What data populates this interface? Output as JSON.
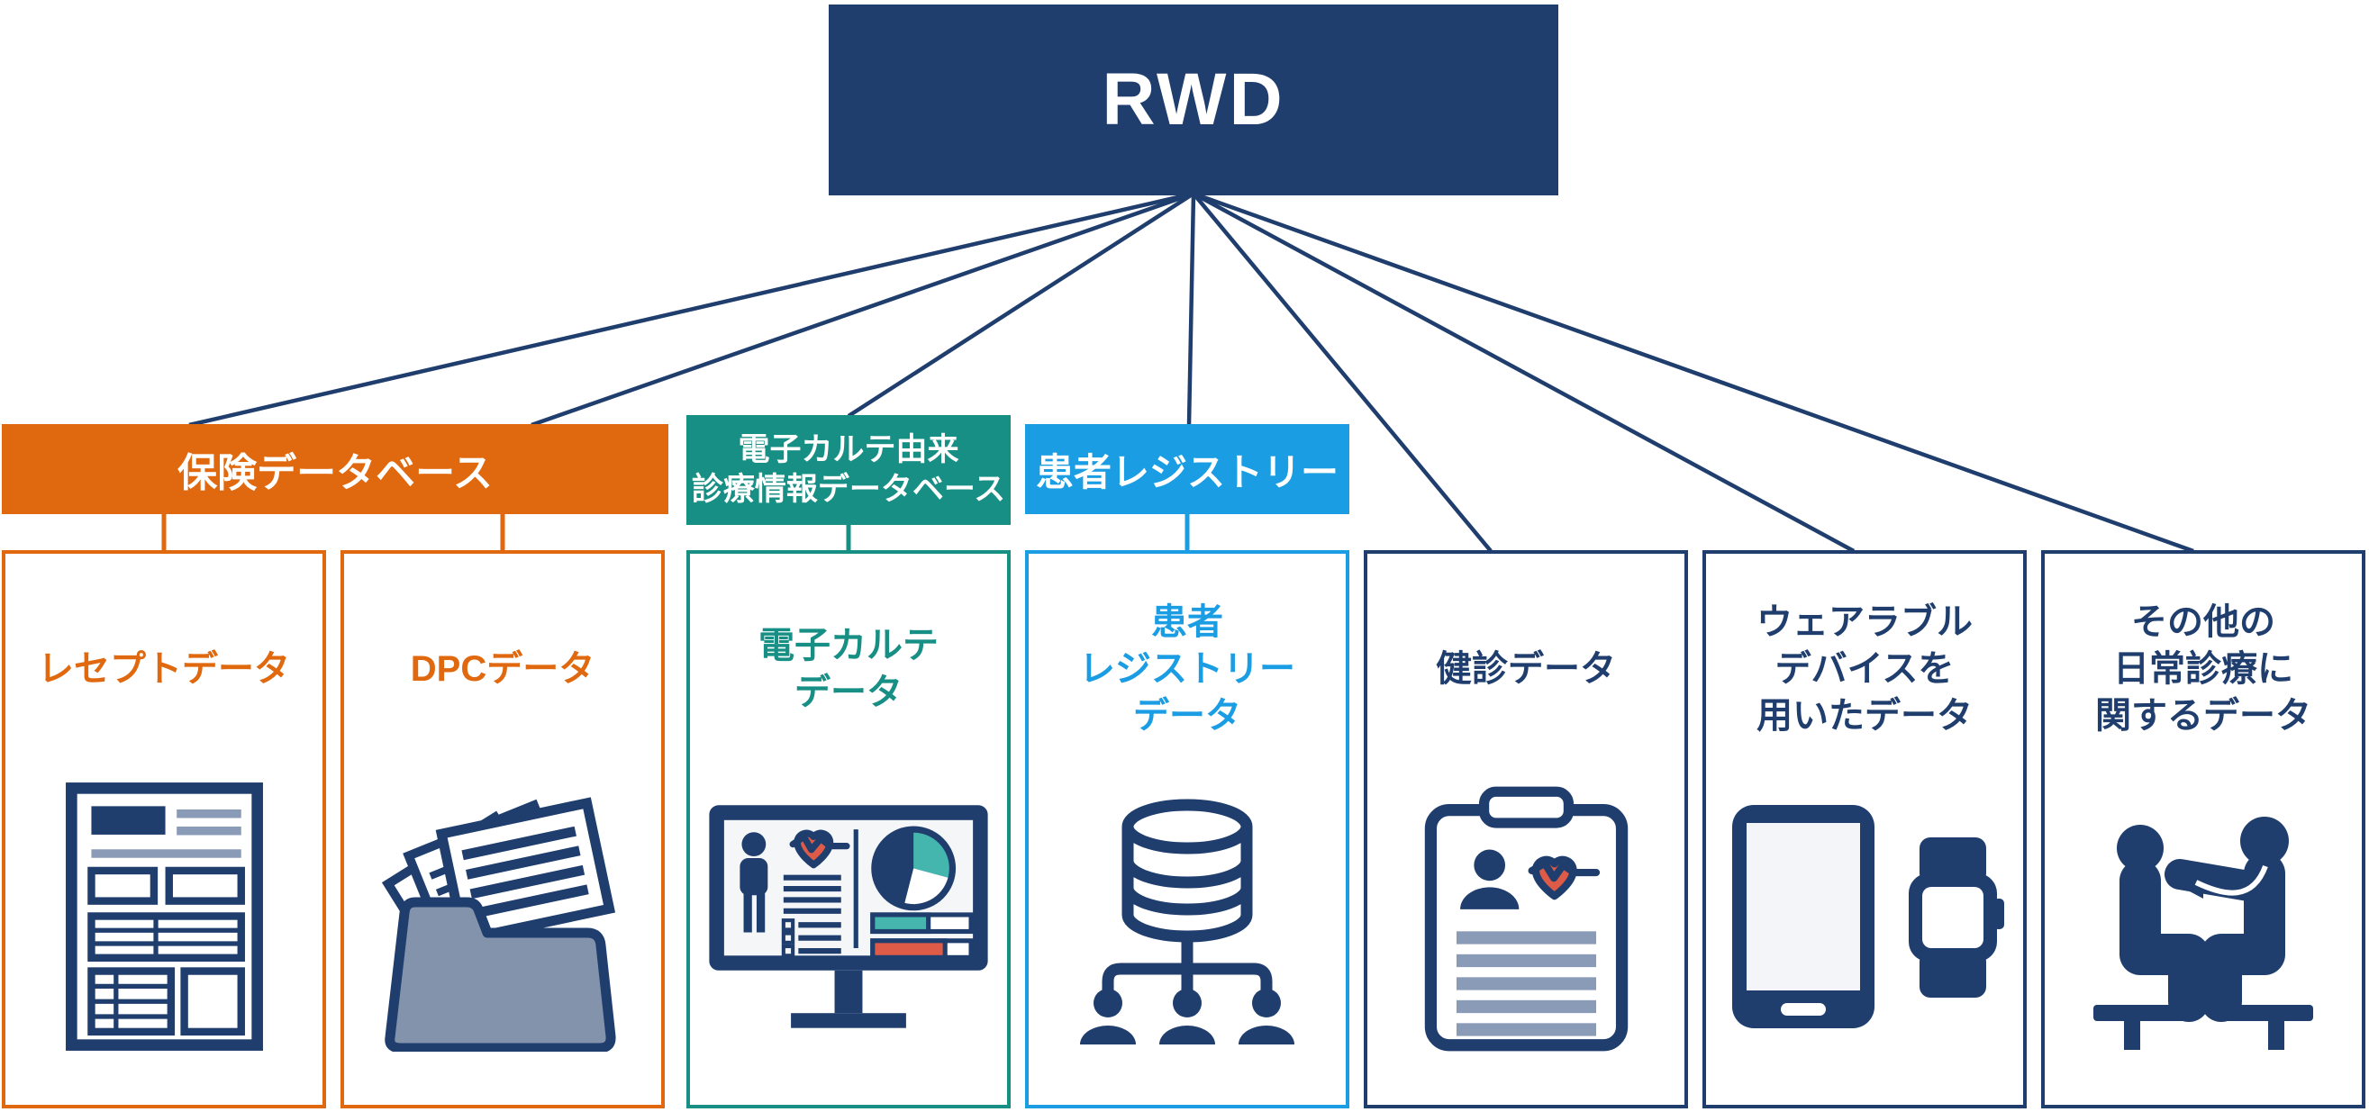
{
  "root": {
    "title": "RWD"
  },
  "groups": [
    {
      "label": "保険データベース",
      "color": "#E0690F"
    },
    {
      "label": "電子カルテ由来\n診療情報データベース",
      "color": "#188F85"
    },
    {
      "label": "患者レジストリー",
      "color": "#1B9DE4"
    }
  ],
  "boxes": [
    {
      "label": "レセプトデータ",
      "icon": "receipt-document-icon",
      "color": "#E0690F"
    },
    {
      "label": "DPCデータ",
      "icon": "folder-documents-icon",
      "color": "#E0690F"
    },
    {
      "label": "電子カルテ\nデータ",
      "icon": "ehr-monitor-icon",
      "color": "#188F85"
    },
    {
      "label": "患者\nレジストリー\nデータ",
      "icon": "database-people-network-icon",
      "color": "#1B9DE4"
    },
    {
      "label": "健診データ",
      "icon": "health-checkup-clipboard-icon",
      "color": "#1F3E6E"
    },
    {
      "label": "ウェアラブル\nデバイスを\n用いたデータ",
      "icon": "wearable-devices-icon",
      "color": "#1F3E6E"
    },
    {
      "label": "その他の\n日常診療に\n関するデータ",
      "icon": "doctor-patient-exam-icon",
      "color": "#1F3E6E"
    }
  ],
  "colors": {
    "navy": "#1F3E6E",
    "orange": "#E0690F",
    "teal": "#188F85",
    "light_blue": "#1B9DE4",
    "gray_blue": "#8A9BB8",
    "folder_gray": "#8493AC",
    "heart_red": "#DE5B48",
    "teal_accent": "#44B6AE",
    "white": "#FFFFFF"
  }
}
